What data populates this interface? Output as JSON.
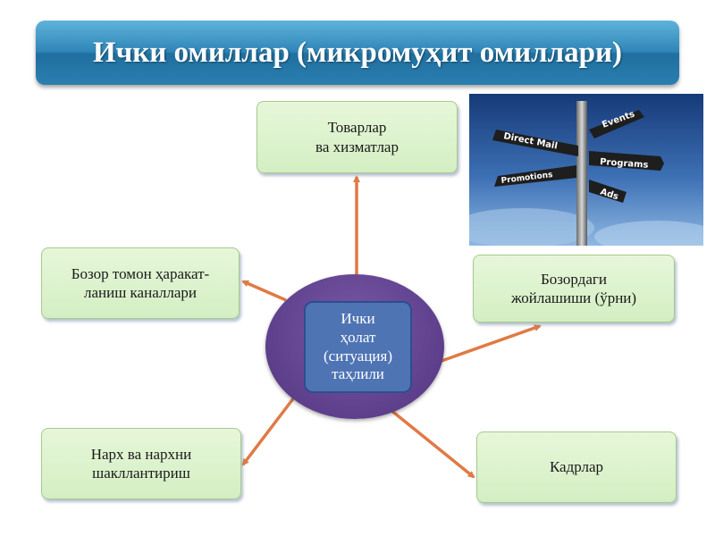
{
  "title": "Ички омиллар (микромуҳит омиллари)",
  "center": {
    "label": "Ички\nҳолат\n(ситуация)\nтаҳлили"
  },
  "nodes": [
    {
      "id": "goods",
      "label": "Товарлар\nва хизматлар"
    },
    {
      "id": "channels",
      "label": "Бозор томон ҳаракат-\nланиш каналлари"
    },
    {
      "id": "position",
      "label": "Бозордаги\nжойлашиши (ўрни)"
    },
    {
      "id": "pricing",
      "label": "Нарх ва нархни\nшакллантириш"
    },
    {
      "id": "staff",
      "label": "Кадрлар"
    }
  ],
  "photo": {
    "signs": [
      "Events",
      "Direct Mail",
      "Programs",
      "Promotions",
      "Ads"
    ]
  },
  "colors": {
    "banner": "#2f86b8",
    "box_fill": "#d9f0c9",
    "hub": "#5e3f8c",
    "hub_inner": "#4f74b4",
    "arrow": "#e07a45"
  }
}
